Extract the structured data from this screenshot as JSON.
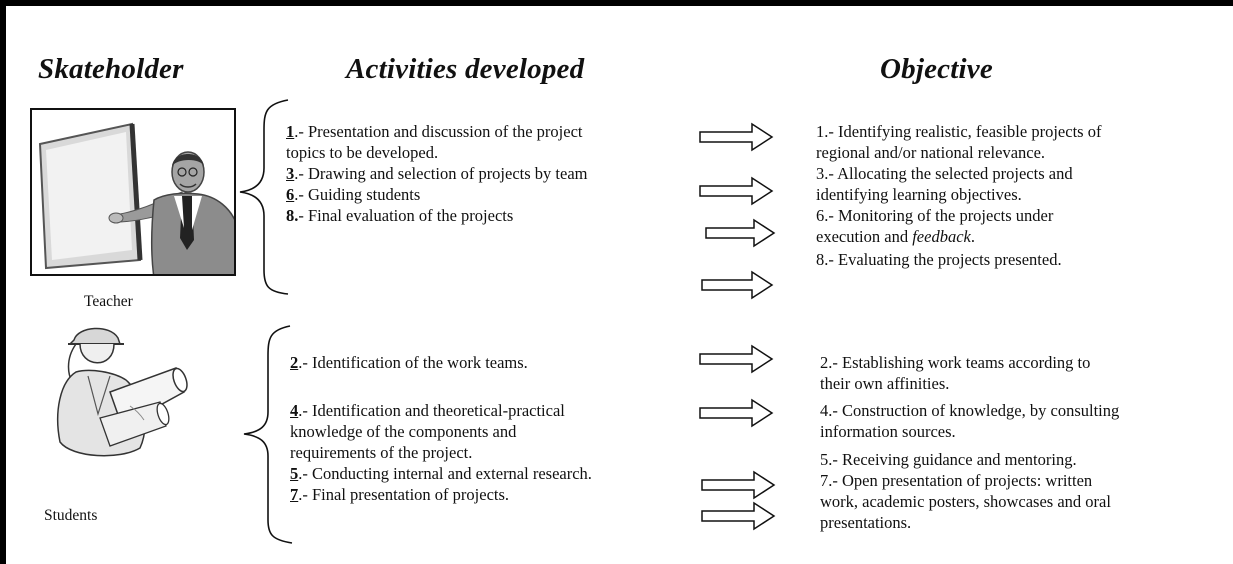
{
  "headings": {
    "stakeholder": "Skateholder",
    "activities": "Activities developed",
    "objective": "Objective"
  },
  "teacher": {
    "label": "Teacher",
    "illustration_icon": "teacher-pointing-icon",
    "activities": [
      {
        "num": "1",
        "text": ".- Presentation and discussion of the project"
      },
      {
        "cont": "topics to be developed."
      },
      {
        "num": "3",
        "text": ".- Drawing and selection of projects by team"
      },
      {
        "num": "6",
        "text": ".- Guiding students"
      },
      {
        "num": "8.",
        "text": "- Final evaluation of the projects"
      }
    ],
    "objectives": [
      "1.- Identifying realistic, feasible projects of",
      "regional and/or national relevance.",
      "3.- Allocating the selected projects and",
      "identifying learning objectives.",
      "6.- Monitoring of the projects under",
      "execution and ",
      "feedback",
      ".",
      "8.- Evaluating the projects presented."
    ]
  },
  "students": {
    "label": "Students",
    "illustration_icon": "student-with-plans-icon",
    "activities": [
      {
        "num": "2",
        "text": ".- Identification of the work teams."
      },
      {
        "num": "4",
        "text": ".- Identification and theoretical-practical"
      },
      {
        "cont": "knowledge of the components and"
      },
      {
        "cont": "requirements of the project."
      },
      {
        "num": "5",
        "text": ".- Conducting internal and external research."
      },
      {
        "num": "7",
        "text": ".- Final presentation of projects."
      }
    ],
    "objectives": [
      "2.- Establishing work teams according to",
      "their own affinities.",
      "4.- Construction of knowledge, by consulting",
      "information sources.",
      "5.- Receiving guidance and mentoring.",
      "7.- Open presentation of projects: written",
      "work, academic posters, showcases and oral",
      "presentations."
    ]
  },
  "icons": {
    "arrow": "right-arrow-icon",
    "brace": "left-brace-icon"
  }
}
